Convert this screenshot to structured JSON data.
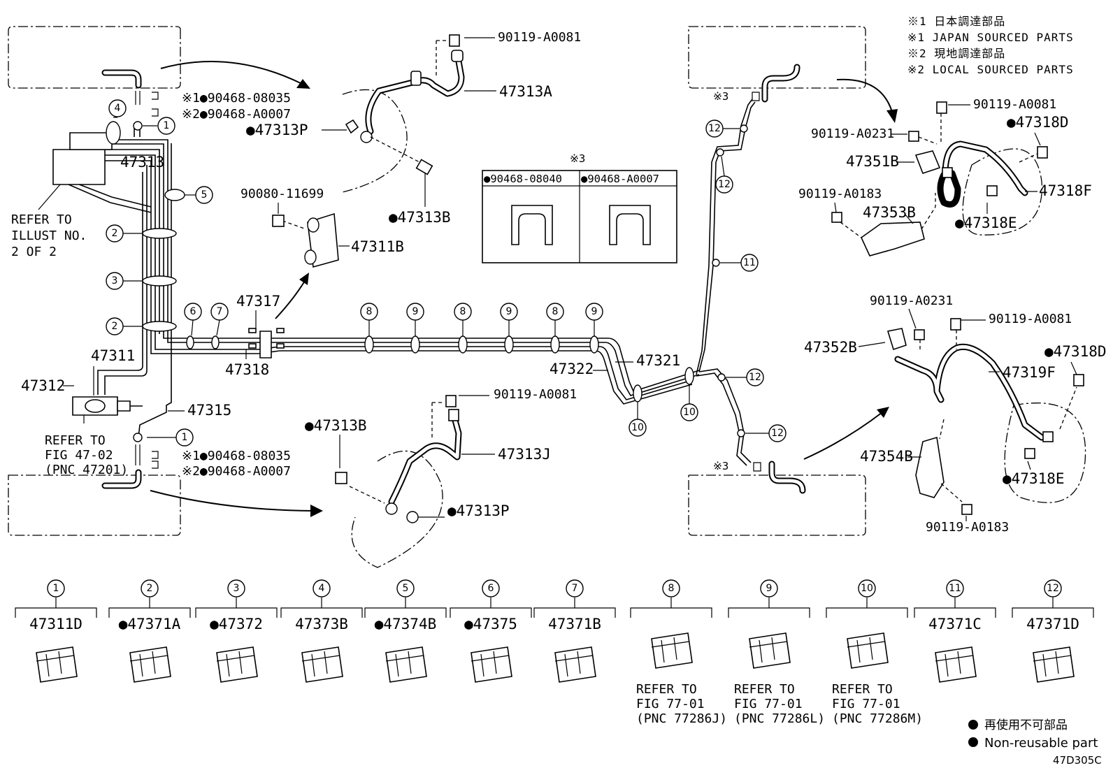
{
  "notes": {
    "line1": "※1 日本調達部品",
    "line2": "※1 JAPAN SOURCED PARTS",
    "line3": "※2 現地調達部品",
    "line4": "※2 LOCAL SOURCED PARTS"
  },
  "legend": {
    "jp": "再使用不可部品",
    "en": "Non-reusable part"
  },
  "figure_code": "47D305C",
  "note3_box": {
    "title": "※3",
    "left": "●90468-08040",
    "right": "●90468-A0007"
  },
  "labels": {
    "p90119_a0081_top": "90119-A0081",
    "p47313A": "47313A",
    "p47313P_top": "●47313P",
    "p47313B_top": "●47313B",
    "p90080_11699": "90080-11699",
    "p47311B": "47311B",
    "p47313": "47313",
    "refer_illust_1": "REFER TO",
    "refer_illust_2": "ILLUST NO.",
    "refer_illust_3": "2 OF 2",
    "jp1_08035_top": "※1●90468-08035",
    "jp2_a0007_top": "※2●90468-A0007",
    "p47317": "47317",
    "p47318": "47318",
    "p47311": "47311",
    "p47312": "47312",
    "p47315": "47315",
    "refer_fig_1": "REFER TO",
    "refer_fig_2": "FIG 47-02",
    "refer_fig_3": "(PNC 47201)",
    "jp1_08035_bot": "※1●90468-08035",
    "jp2_a0007_bot": "※2●90468-A0007",
    "p47313B_mid": "●47313B",
    "p90119_a0081_mid": "90119-A0081",
    "p47313J": "47313J",
    "p47313P_bot": "●47313P",
    "p47322": "47322",
    "p47321": "47321",
    "x3_top": "※3",
    "x3_bot": "※3",
    "r_90119_a0081_a": "90119-A0081",
    "r_90119_a0231_a": "90119-A0231",
    "r_47318D_a": "●47318D",
    "r_47351B": "47351B",
    "r_90119_a0183_a": "90119-A0183",
    "r_47353B": "47353B",
    "r_47318F": "47318F",
    "r_47318E_a": "●47318E",
    "r_90119_a0231_b": "90119-A0231",
    "r_90119_a0081_b": "90119-A0081",
    "r_47352B": "47352B",
    "r_47318D_b": "●47318D",
    "r_47319F": "47319F",
    "r_47354B": "47354B",
    "r_47318E_b": "●47318E",
    "r_90119_a0183_b": "90119-A0183"
  },
  "bottom_parts": [
    {
      "num": "1",
      "part": "47311D",
      "refer": []
    },
    {
      "num": "2",
      "part": "●47371A",
      "refer": []
    },
    {
      "num": "3",
      "part": "●47372",
      "refer": []
    },
    {
      "num": "4",
      "part": "47373B",
      "refer": []
    },
    {
      "num": "5",
      "part": "●47374B",
      "refer": []
    },
    {
      "num": "6",
      "part": "●47375",
      "refer": []
    },
    {
      "num": "7",
      "part": "47371B",
      "refer": []
    },
    {
      "num": "8",
      "part": "",
      "refer": [
        "REFER TO",
        "FIG 77-01",
        "(PNC 77286J)"
      ]
    },
    {
      "num": "9",
      "part": "",
      "refer": [
        "REFER TO",
        "FIG 77-01",
        "(PNC 77286L)"
      ]
    },
    {
      "num": "10",
      "part": "",
      "refer": [
        "REFER TO",
        "FIG 77-01",
        "(PNC 77286M)"
      ]
    },
    {
      "num": "11",
      "part": "47371C",
      "refer": []
    },
    {
      "num": "12",
      "part": "47371D",
      "refer": []
    }
  ],
  "callouts": {
    "c1": "1",
    "c2": "2",
    "c3": "3",
    "c4": "4",
    "c5": "5",
    "c6": "6",
    "c7": "7",
    "c8": "8",
    "c9": "9",
    "c10": "10",
    "c11": "11",
    "c12": "12"
  }
}
